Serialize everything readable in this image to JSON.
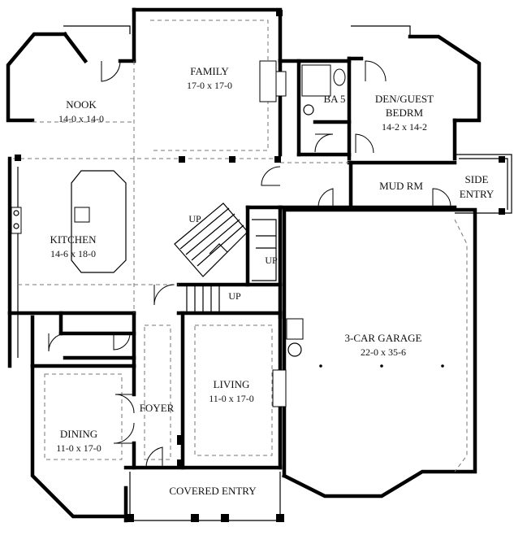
{
  "rooms": {
    "family": {
      "name": "FAMILY",
      "dims": "17-0 x 17-0"
    },
    "nook": {
      "name": "NOOK",
      "dims": "14-0 x 14-0"
    },
    "kitchen": {
      "name": "KITCHEN",
      "dims": "14-6 x 18-0"
    },
    "bath": {
      "name": "BA 5"
    },
    "den": {
      "name": "DEN/GUEST",
      "name2": "BEDRM",
      "dims": "14-2 x 14-2"
    },
    "mudroom": {
      "name": "MUD RM"
    },
    "side_entry": {
      "name": "SIDE",
      "name2": "ENTRY"
    },
    "garage": {
      "name": "3-CAR GARAGE",
      "dims": "22-0 x 35-6"
    },
    "living": {
      "name": "LIVING",
      "dims": "11-0 x 17-0"
    },
    "foyer": {
      "name": "FOYER"
    },
    "dining": {
      "name": "DINING",
      "dims": "11-0 x 17-0"
    },
    "covered_entry": {
      "name": "COVERED ENTRY"
    }
  },
  "stairs": {
    "up1": "UP",
    "up2": "UP",
    "up3": "UP"
  }
}
